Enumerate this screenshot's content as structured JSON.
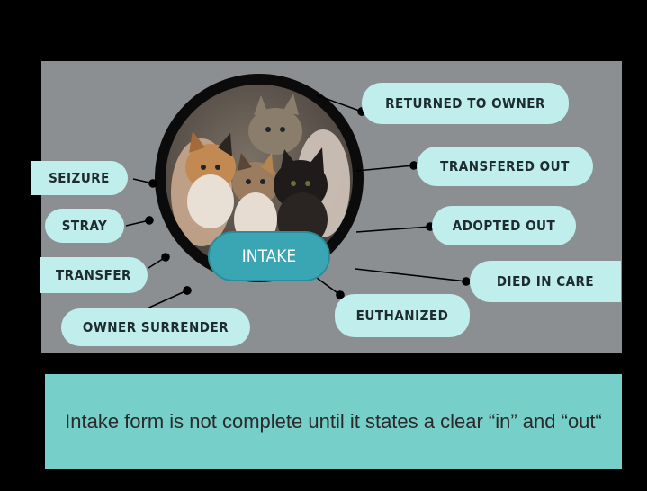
{
  "center_label": "INTAKE",
  "intake_sources": [
    {
      "label": "SEIZURE"
    },
    {
      "label": "STRAY"
    },
    {
      "label": "TRANSFER"
    },
    {
      "label": "OWNER SURRENDER"
    }
  ],
  "outcomes": [
    {
      "label": "RETURNED TO OWNER"
    },
    {
      "label": "TRANSFERED OUT"
    },
    {
      "label": "ADOPTED OUT"
    },
    {
      "label": "DIED IN CARE"
    },
    {
      "label": "EUTHANIZED"
    }
  ],
  "caption": "Intake form is not complete until it states a clear “in” and “out“",
  "colors": {
    "pill": "#bfeeed",
    "intake": "#3aa6b4",
    "caption_bg": "#77cfc9",
    "panel": "#8b8f91"
  }
}
